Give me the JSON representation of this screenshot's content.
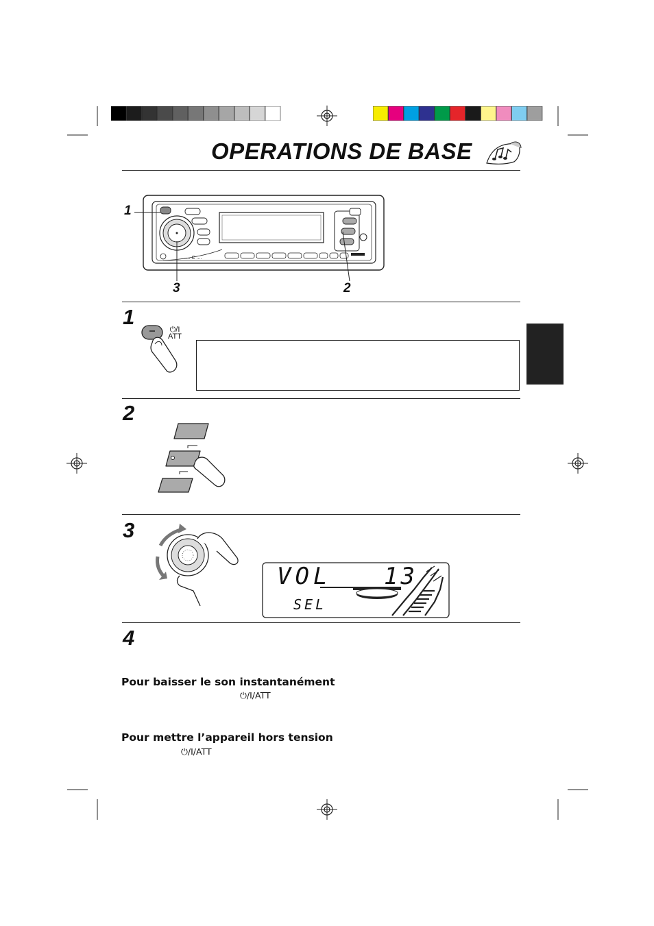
{
  "page": {
    "title": "OPERATIONS DE BASE",
    "language_tab_color": "#222222"
  },
  "calibration": {
    "gray_swatches": [
      "#000000",
      "#1c1c1c",
      "#333333",
      "#4a4a4a",
      "#606060",
      "#777777",
      "#8f8f8f",
      "#a6a6a6",
      "#bdbdbd",
      "#d6d6d6",
      "#ffffff"
    ],
    "color_swatches": [
      "#f7ec00",
      "#e6007e",
      "#00a0e2",
      "#2e3190",
      "#009a49",
      "#e5252a",
      "#1a1a1a",
      "#fff58c",
      "#f08cbe",
      "#7fcdf0",
      "#9e9e9e"
    ]
  },
  "figure": {
    "callouts": [
      "1",
      "2",
      "3"
    ]
  },
  "steps": [
    {
      "number": "1",
      "button_label_top": "⏻/I",
      "button_label_bottom": "ATT"
    },
    {
      "number": "2"
    },
    {
      "number": "3",
      "display": {
        "line1_left": "VOL",
        "line1_right": "13",
        "line2": "SEL"
      }
    },
    {
      "number": "4"
    }
  ],
  "sections": [
    {
      "heading": "Pour baisser le son instantanément",
      "button_ref": "⏻/I/ATT"
    },
    {
      "heading": "Pour mettre l’appareil hors tension",
      "button_ref": "⏻/I/ATT"
    }
  ]
}
